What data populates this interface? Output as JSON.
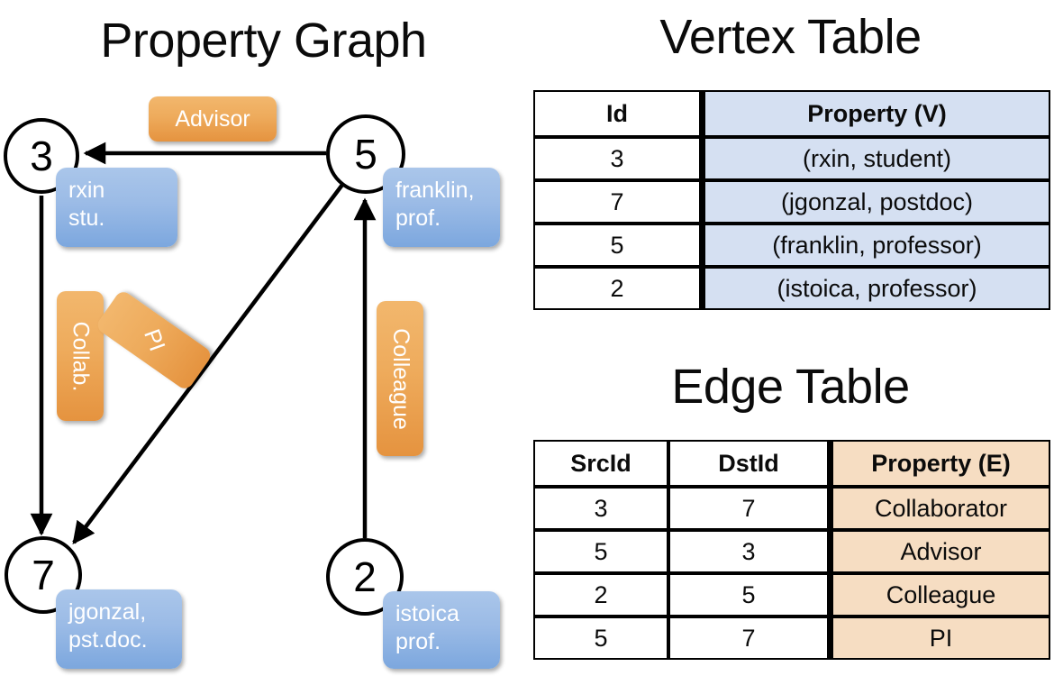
{
  "titles": {
    "property_graph": "Property Graph",
    "vertex_table": "Vertex Table",
    "edge_table": "Edge Table"
  },
  "colors": {
    "vertex_property_fill": "#d5e0f2",
    "edge_property_fill": "#f6ddc2",
    "node_box_blue": "#9bbbe6",
    "edge_label_orange": "#eeab5c",
    "stroke": "#000000",
    "background": "#ffffff"
  },
  "graph": {
    "nodes": [
      {
        "id": "3",
        "prop_line1": "rxin",
        "prop_line2": "stu."
      },
      {
        "id": "5",
        "prop_line1": "franklin,",
        "prop_line2": "prof."
      },
      {
        "id": "7",
        "prop_line1": "jgonzal,",
        "prop_line2": "pst.doc."
      },
      {
        "id": "2",
        "prop_line1": "istoica",
        "prop_line2": "prof."
      }
    ],
    "edge_labels": [
      {
        "name": "advisor",
        "text": "Advisor",
        "src": "5",
        "dst": "3"
      },
      {
        "name": "collab",
        "text": "Collab.",
        "src": "3",
        "dst": "7"
      },
      {
        "name": "pi",
        "text": "PI",
        "src": "5",
        "dst": "7"
      },
      {
        "name": "colleague",
        "text": "Colleague",
        "src": "2",
        "dst": "5"
      }
    ]
  },
  "vertex_table": {
    "headers": [
      "Id",
      "Property (V)"
    ],
    "rows": [
      {
        "id": "3",
        "property": "(rxin, student)"
      },
      {
        "id": "7",
        "property": "(jgonzal, postdoc)"
      },
      {
        "id": "5",
        "property": "(franklin, professor)"
      },
      {
        "id": "2",
        "property": "(istoica, professor)"
      }
    ]
  },
  "edge_table": {
    "headers": [
      "SrcId",
      "DstId",
      "Property (E)"
    ],
    "rows": [
      {
        "src": "3",
        "dst": "7",
        "property": "Collaborator"
      },
      {
        "src": "5",
        "dst": "3",
        "property": "Advisor"
      },
      {
        "src": "2",
        "dst": "5",
        "property": "Colleague"
      },
      {
        "src": "5",
        "dst": "7",
        "property": "PI"
      }
    ]
  }
}
